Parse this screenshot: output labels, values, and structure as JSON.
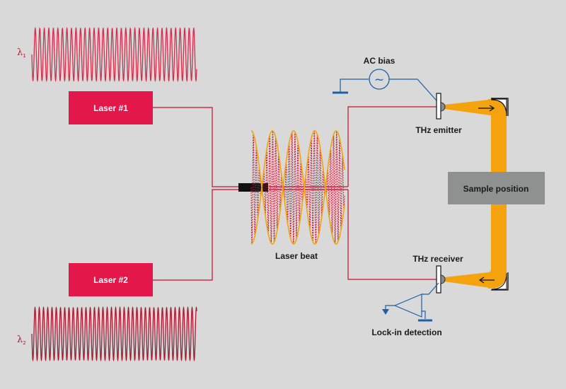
{
  "lambda1": {
    "symbol": "λ",
    "sub": "1"
  },
  "lambda2": {
    "symbol": "λ",
    "sub": "2"
  },
  "laser1": {
    "label": "Laser #1"
  },
  "laser2": {
    "label": "Laser #2"
  },
  "beat": {
    "label": "Laser beat"
  },
  "ac_bias": {
    "label": "AC bias",
    "glyph": "~"
  },
  "emitter": {
    "label": "THz emitter"
  },
  "receiver": {
    "label": "THz receiver"
  },
  "sample": {
    "label": "Sample position"
  },
  "lockin": {
    "label": "Lock-in detection"
  },
  "colors": {
    "laser_red": "#e3174a",
    "wave1": "#d62c4c",
    "wave2": "#a8182f",
    "fiber": "#c8102e",
    "thz_orange": "#f4a20e",
    "bias_blue": "#1f5fa8",
    "sample_gray": "#8f9090",
    "background": "#d9d9d9"
  }
}
